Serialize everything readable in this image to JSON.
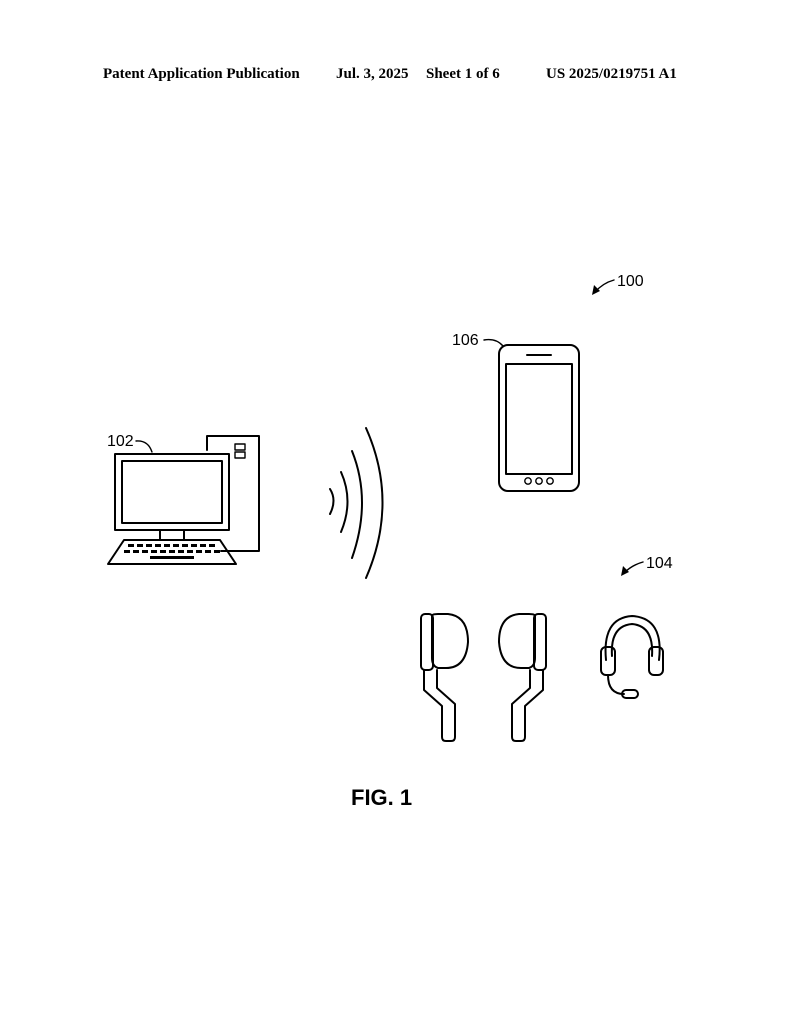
{
  "header": {
    "publication": "Patent Application Publication",
    "date": "Jul. 3, 2025",
    "sheet": "Sheet 1 of 6",
    "number": "US 2025/0219751 A1"
  },
  "figure": {
    "caption": "FIG. 1",
    "refs": {
      "system": "100",
      "computer": "102",
      "audio_devices": "104",
      "phone": "106"
    }
  }
}
